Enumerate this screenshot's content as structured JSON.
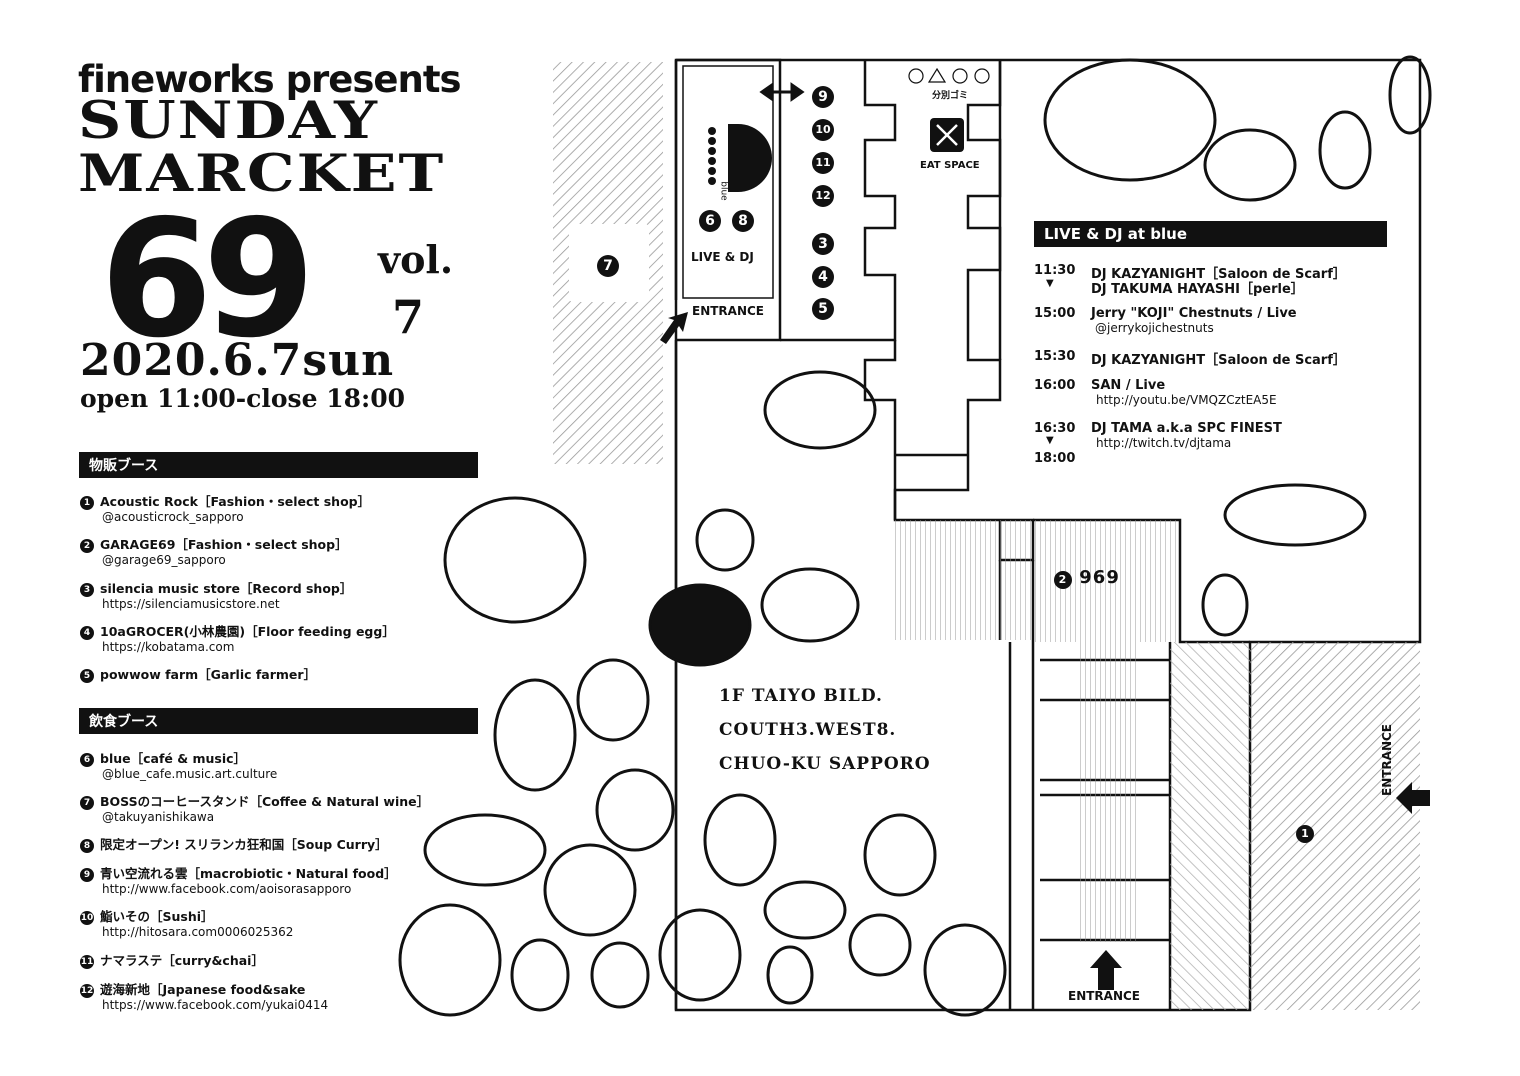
{
  "header": {
    "presents": "fineworks presents",
    "title_line1": "SUNDAY",
    "title_line2": "MARCKET",
    "number": "69",
    "vol_label": "vol.",
    "vol_number": "7",
    "date": "2020.6.7sun",
    "hours": "open 11:00-close 18:00"
  },
  "sales_section": {
    "heading": "物販ブース",
    "items": [
      {
        "num": "1",
        "name": "Acoustic Rock［Fashion・select shop］",
        "sub": "@acousticrock_sapporo"
      },
      {
        "num": "2",
        "name": "GARAGE69［Fashion・select shop］",
        "sub": "@garage69_sapporo"
      },
      {
        "num": "3",
        "name": "silencia music store［Record shop］",
        "sub": "https://silenciamusicstore.net"
      },
      {
        "num": "4",
        "name": "10aGROCER(小林農園)［Floor feeding egg］",
        "sub": "https://kobatama.com"
      },
      {
        "num": "5",
        "name": "powwow farm［Garlic farmer］",
        "sub": ""
      }
    ]
  },
  "food_section": {
    "heading": "飲食ブース",
    "items": [
      {
        "num": "6",
        "name": "blue［café & music］",
        "sub": "@blue_cafe.music.art.culture"
      },
      {
        "num": "7",
        "name": "BOSSのコーヒースタンド［Coffee & Natural wine］",
        "sub": "@takuyanishikawa"
      },
      {
        "num": "8",
        "name": "限定オープン! スリランカ狂和国［Soup Curry］",
        "sub": ""
      },
      {
        "num": "9",
        "name": "青い空流れる雲［macrobiotic・Natural food］",
        "sub": "http://www.facebook.com/aoisorasapporo"
      },
      {
        "num": "10",
        "name": "鮨いその［Sushi］",
        "sub": "http://hitosara.com0006025362"
      },
      {
        "num": "11",
        "name": "ナマラステ［curry&chai］",
        "sub": ""
      },
      {
        "num": "12",
        "name": "遊海新地［Japanese food&sake",
        "sub": "https://www.facebook.com/yukai0414"
      }
    ]
  },
  "schedule": {
    "heading": "LIVE & DJ at blue",
    "arrow": "▼",
    "entries": [
      {
        "time": "11:30",
        "line1": "DJ KAZYANIGHT［Saloon de Scarf］",
        "line2": "DJ TAKUMA HAYASHI［perle］",
        "sub": ""
      },
      {
        "time": "15:00",
        "line1": "Jerry \"KOJI\" Chestnuts / Live",
        "line2": "",
        "sub": "@jerrykojichestnuts"
      },
      {
        "time": "15:30",
        "line1": "DJ KAZYANIGHT［Saloon de Scarf］",
        "line2": "",
        "sub": ""
      },
      {
        "time": "16:00",
        "line1": "SAN / Live",
        "line2": "",
        "sub": "http://youtu.be/VMQZCztEA5E"
      },
      {
        "time": "16:30",
        "time_end": "18:00",
        "line1": "DJ TAMA a.k.a SPC FINEST",
        "line2": "",
        "sub": "http://twitch.tv/djtama"
      }
    ]
  },
  "map": {
    "live_dj": "LIVE & DJ",
    "blue_label": "blue",
    "entrance": "ENTRANCE",
    "eat_space": "EAT SPACE",
    "garbage": "分別ゴミ",
    "garage_label": "969",
    "booth_7": "7",
    "booth_6": "6",
    "booth_8": "8",
    "booth_1": "1",
    "booth_2": "2",
    "stalls": [
      "9",
      "10",
      "11",
      "12",
      "3",
      "4",
      "5"
    ],
    "address_line1": "1F TAIYO BILD.",
    "address_line2": "COUTH3.WEST8.",
    "address_line3": "CHUO-KU SAPPORO"
  }
}
